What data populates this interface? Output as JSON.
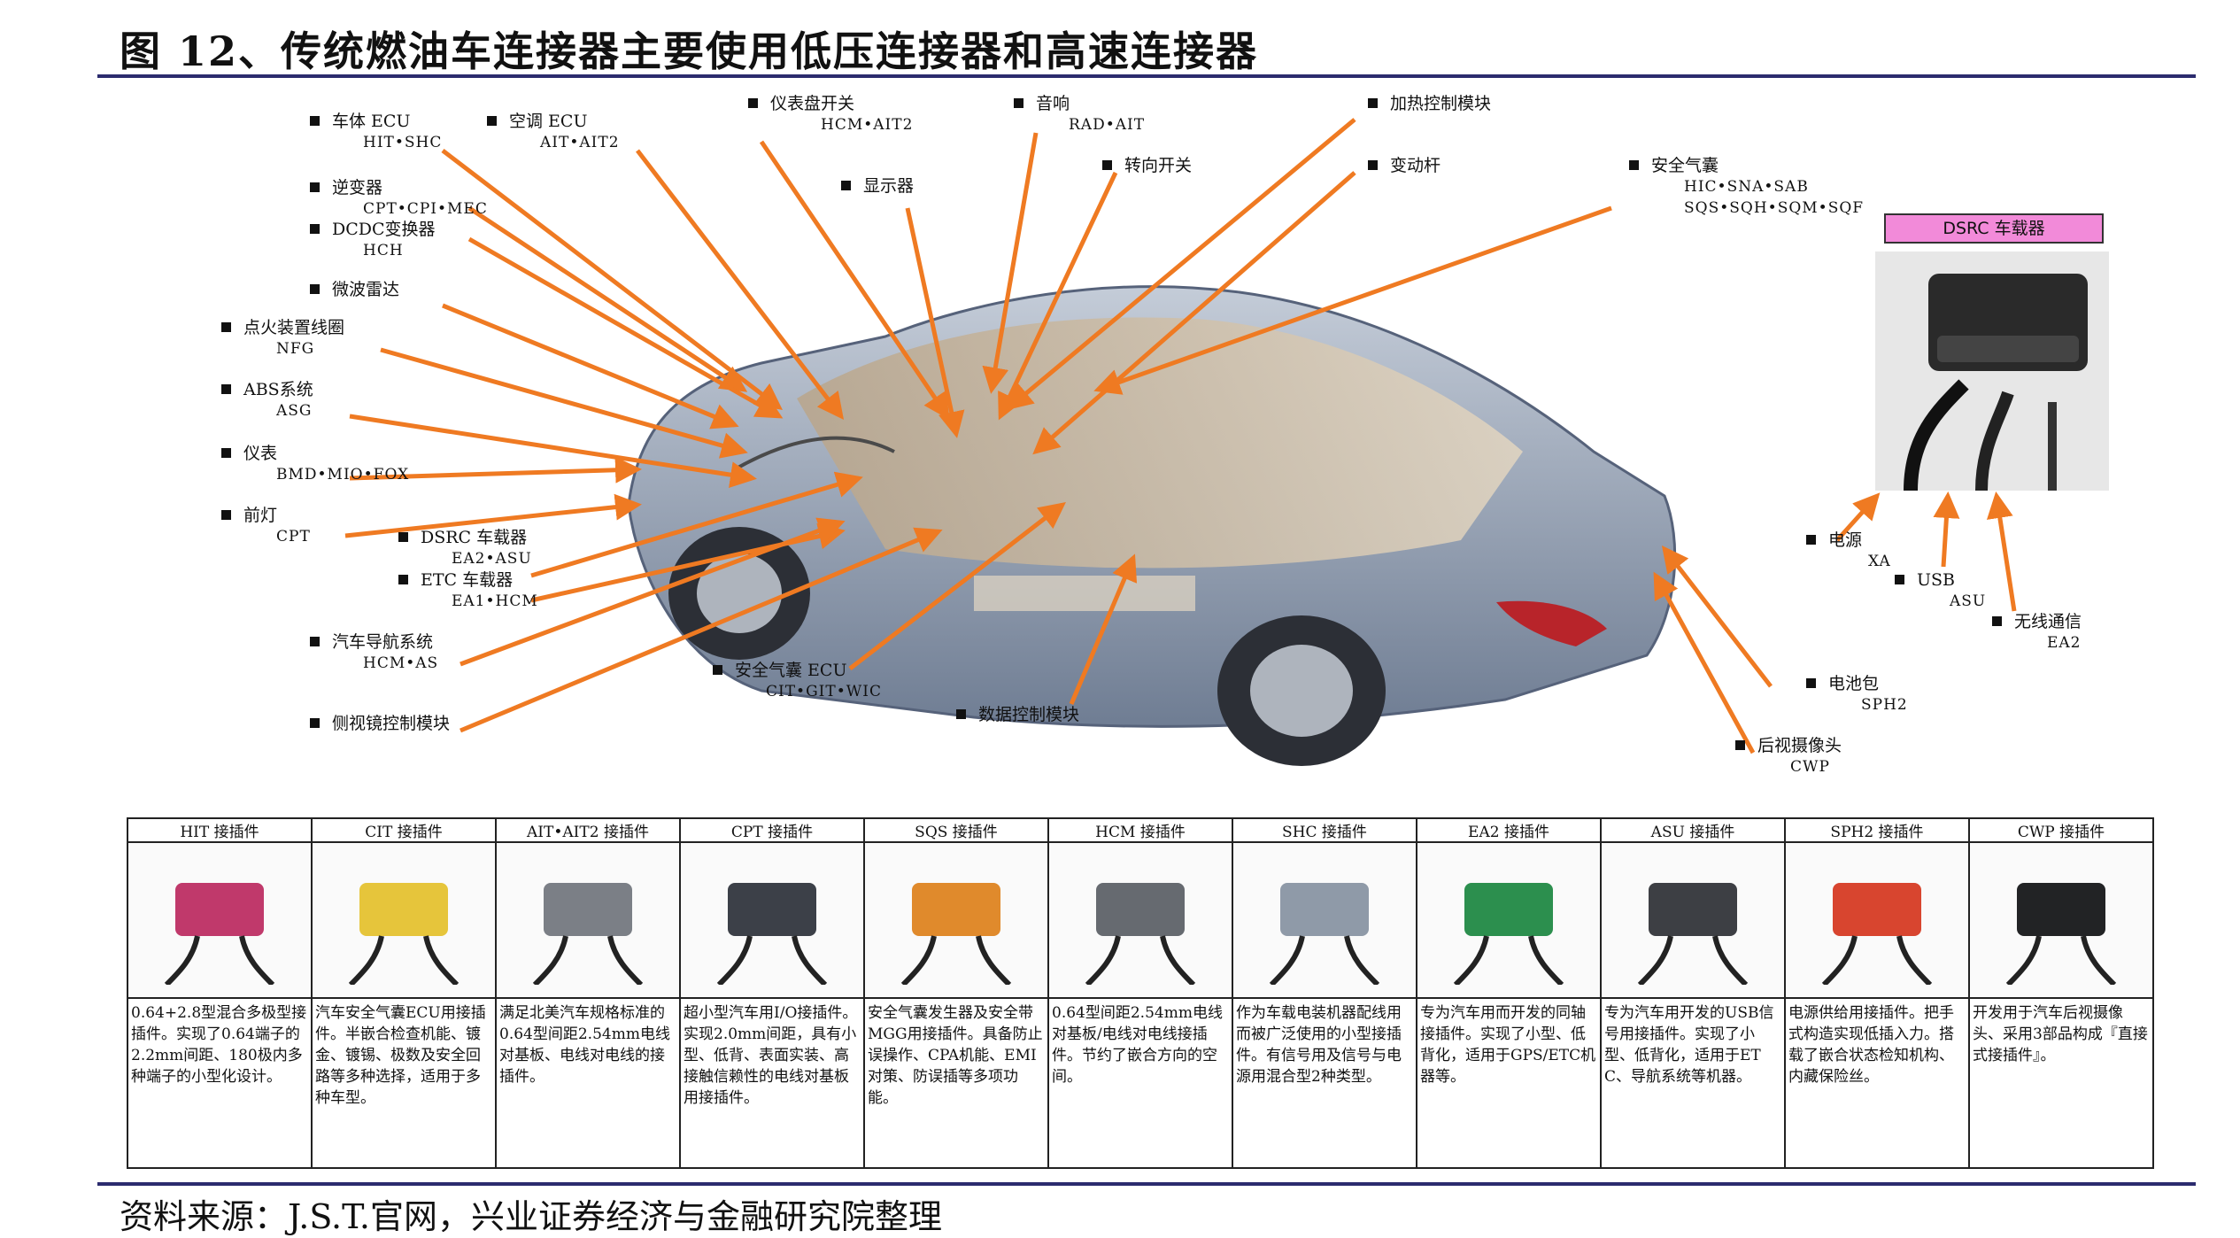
{
  "title": "图 12、传统燃油车连接器主要使用低压连接器和高速连接器",
  "source": "资料来源：J.S.T.官网，兴业证券经济与金融研究院整理",
  "labels": [
    {
      "name": "车体 ECU",
      "code": "HIT•SHC"
    },
    {
      "name": "空调 ECU",
      "code": "AIT•AIT2"
    },
    {
      "name": "逆变器",
      "code": "CPT•CPI•MEC"
    },
    {
      "name": "DCDC变换器",
      "code": "HCH"
    },
    {
      "name": "微波雷达",
      "code": ""
    },
    {
      "name": "点火装置线圈",
      "code": "NFG"
    },
    {
      "name": "ABS系统",
      "code": "ASG"
    },
    {
      "name": "仪表",
      "code": "BMD•MIO•FOX"
    },
    {
      "name": "前灯",
      "code": "CPT"
    },
    {
      "name": "DSRC 车载器",
      "code": "EA2•ASU"
    },
    {
      "name": "ETC 车载器",
      "code": "EA1•HCM"
    },
    {
      "name": "汽车导航系统",
      "code": "HCM•AS"
    },
    {
      "name": "侧视镜控制模块",
      "code": ""
    },
    {
      "name": "仪表盘开关",
      "code": "HCM•AIT2"
    },
    {
      "name": "显示器",
      "code": ""
    },
    {
      "name": "音响",
      "code": "RAD•AIT"
    },
    {
      "name": "转向开关",
      "code": ""
    },
    {
      "name": "加热控制模块",
      "code": ""
    },
    {
      "name": "变动杆",
      "code": ""
    },
    {
      "name": "安全气囊",
      "code": "HIC•SNA•SAB\nSQS•SQH•SQM•SQF"
    },
    {
      "name": "安全气囊 ECU",
      "code": "CIT•GIT•WIC"
    },
    {
      "name": "数据控制模块",
      "code": ""
    },
    {
      "name": "电源",
      "code": "XA"
    },
    {
      "name": "USB",
      "code": "ASU"
    },
    {
      "name": "无线通信",
      "code": "EA2"
    },
    {
      "name": "电池包",
      "code": "SPH2"
    },
    {
      "name": "后视摄像头",
      "code": "CWP"
    }
  ],
  "dsrc_tag": "DSRC 车载器",
  "colors": {
    "arrow": "#ef7a22",
    "rule": "#2b2b6e",
    "dsrc_tag": "#f28ad9"
  },
  "table": {
    "headers": [
      "HIT 接插件",
      "CIT 接插件",
      "AIT•AIT2 接插件",
      "CPT 接插件",
      "SQS 接插件",
      "HCM 接插件",
      "SHC 接插件",
      "EA2 接插件",
      "ASU 接插件",
      "SPH2 接插件",
      "CWP 接插件"
    ],
    "descriptions": [
      "0.64+2.8型混合多极型接插件。实现了0.64端子的2.2mm间距、180极内多种端子的小型化设计。",
      "汽车安全气囊ECU用接插件。半嵌合检查机能、镀金、镀锡、极数及安全回路等多种选择，适用于多种车型。",
      "满足北美汽车规格标准的0.64型间距2.54mm电线对基板、电线对电线的接插件。",
      "超小型汽车用I/O接插件。实现2.0mm间距，具有小型、低背、表面实装、高接触信赖性的电线对基板用接插件。",
      "安全气囊发生器及安全带MGG用接插件。具备防止误操作、CPA机能、EMI对策、防误插等多项功能。",
      "0.64型间距2.54mm电线对基板/电线对电线接插件。节约了嵌合方向的空间。",
      "作为车载电装机器配线用而被广泛使用的小型接插件。有信号用及信号与电源用混合型2种类型。",
      "专为汽车用而开发的同轴接插件。实现了小型、低背化，适用于GPS/ETC机器等。",
      "专为汽车用开发的USB信号用接插件。实现了小型、低背化，适用于ETC、导航系统等机器。",
      "电源供给用接插件。把手式构造实现低插入力。搭载了嵌合状态检知机构、内藏保险丝。",
      "开发用于汽车后视摄像头、采用3部品构成『直接式接插件』。"
    ],
    "icons": [
      "hit-connector-photo",
      "cit-connector-photo",
      "ait-connector-photo",
      "cpt-connector-photo",
      "sqs-connector-photo",
      "hcm-connector-photo",
      "shc-connector-photo",
      "ea2-connector-photo",
      "asu-connector-photo",
      "sph2-connector-photo",
      "cwp-connector-photo"
    ]
  }
}
